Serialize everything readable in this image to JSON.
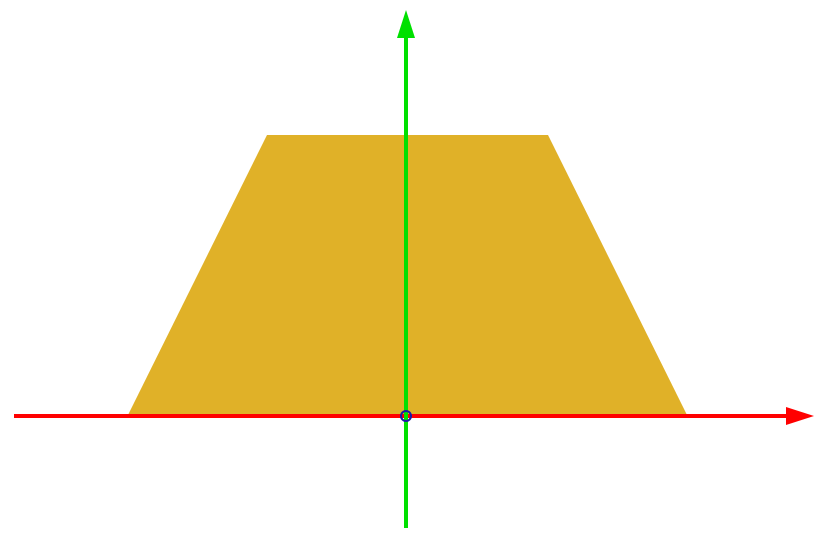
{
  "diagram": {
    "shape": "trapezoid",
    "colors": {
      "background": "#ffffff",
      "trapezoid_fill": "#e0b128",
      "x_axis": "#ff0000",
      "y_axis": "#00e000",
      "origin_marker": "#1a1aa6"
    },
    "icons": {
      "x_axis_arrow": "arrowhead-right",
      "y_axis_arrow": "arrowhead-up",
      "origin": "origin-circle"
    }
  }
}
